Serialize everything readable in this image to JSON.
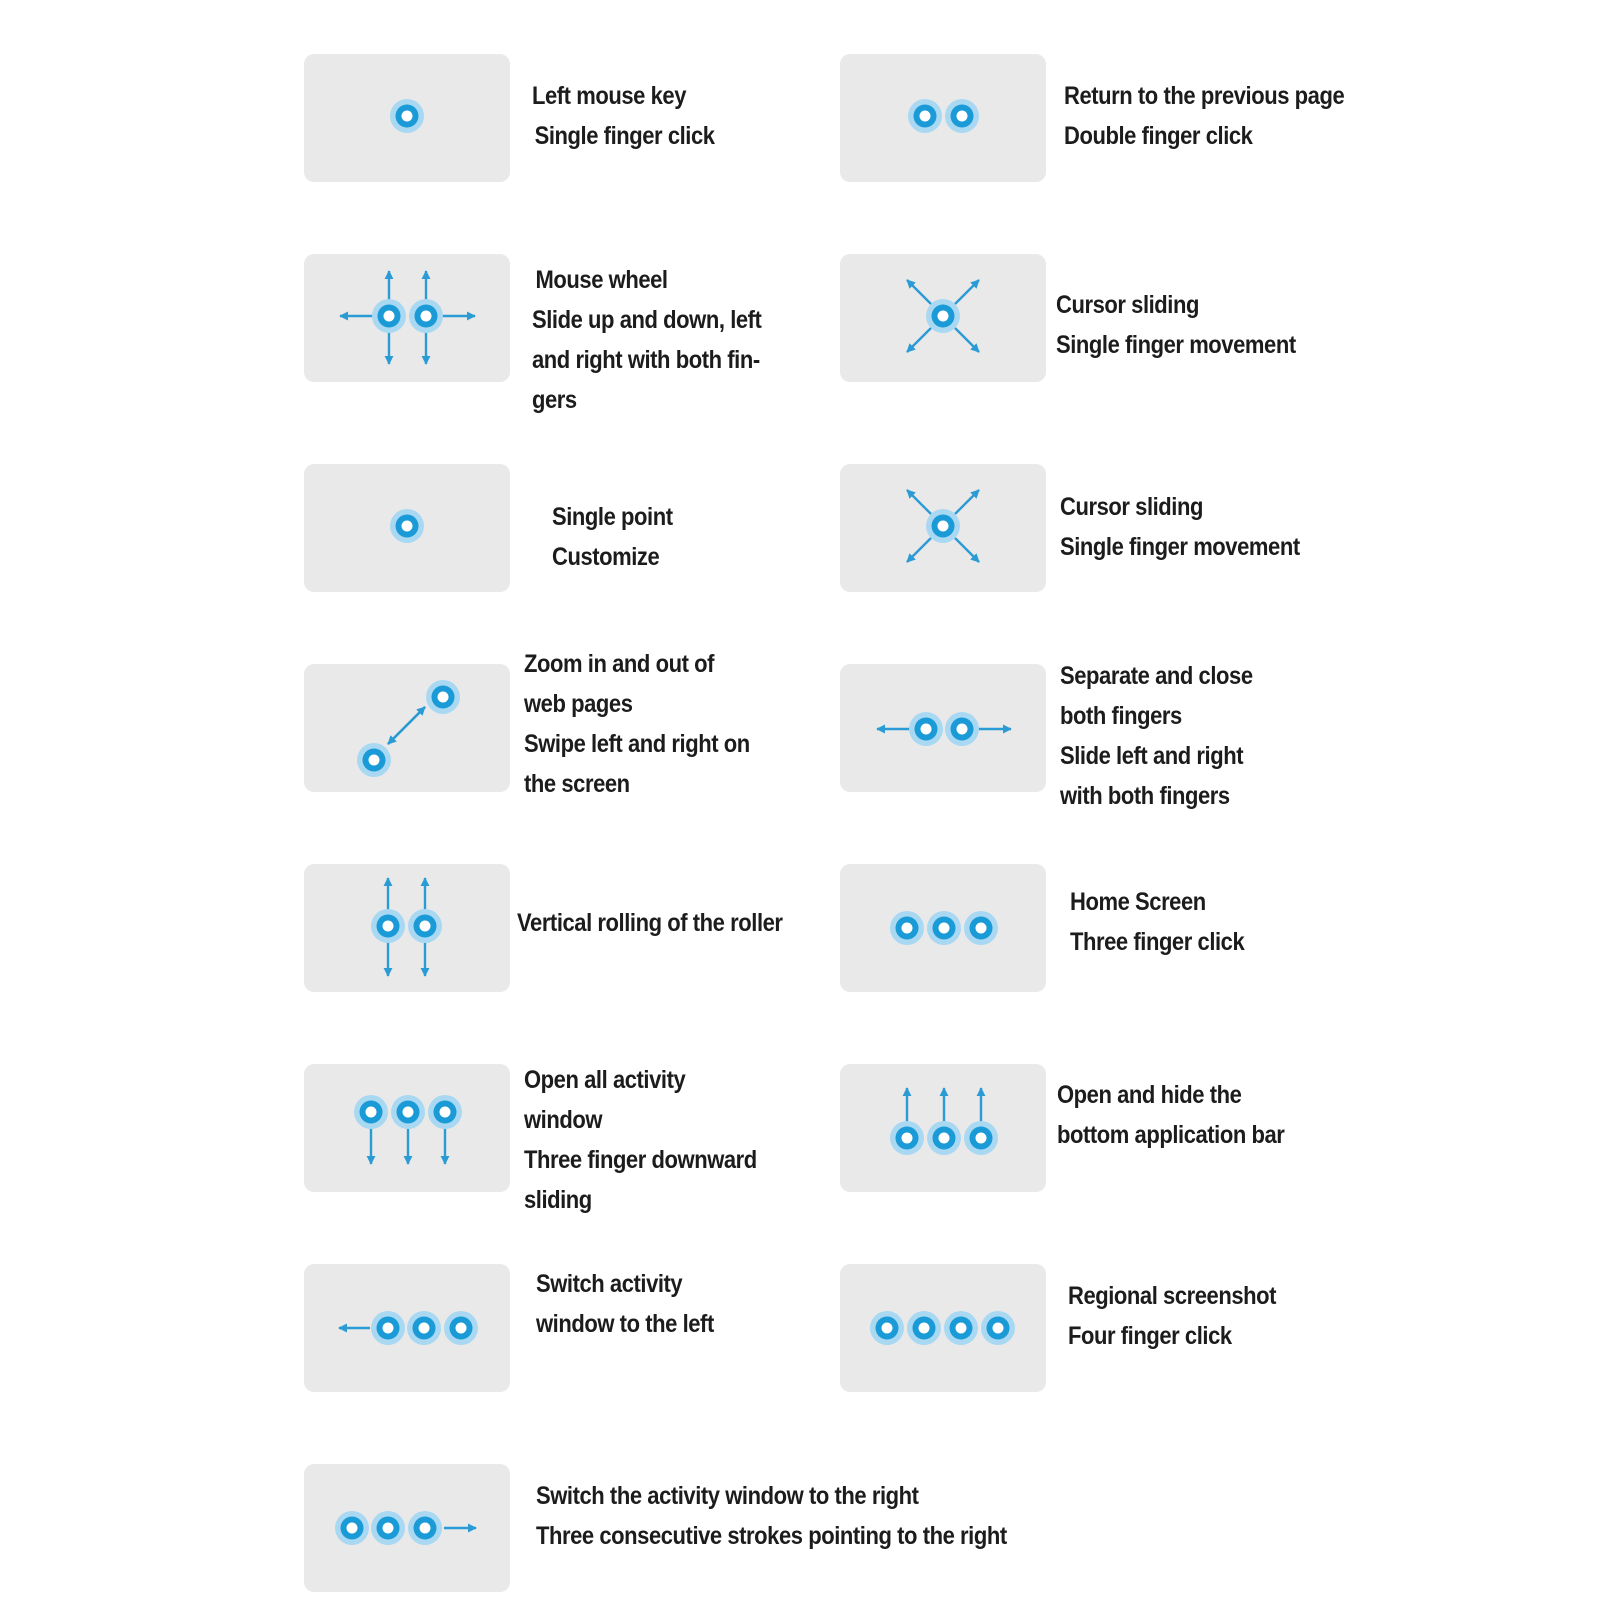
{
  "theme": {
    "tile": "#e9e9e9",
    "finger_ring": "#1a9ad6",
    "finger_glow": "#a9d8f2",
    "arrow": "#2a9bd4",
    "text": "#1c1c1c"
  },
  "gestures": [
    {
      "icon": "single-finger-tap-icon",
      "lines": [
        "Left mouse key",
        "Single finger click"
      ]
    },
    {
      "icon": "two-finger-tap-icon",
      "lines": [
        "Return to the previous page",
        "Double finger click"
      ]
    },
    {
      "icon": "two-finger-scroll-icon",
      "lines": [
        "Mouse wheel",
        "Slide up and down, left",
        "and right with both fin-",
        "gers"
      ]
    },
    {
      "icon": "cursor-move-icon",
      "lines": [
        "Cursor sliding",
        "Single finger movement"
      ]
    },
    {
      "icon": "single-point-icon",
      "lines": [
        "Single point",
        "Customize"
      ]
    },
    {
      "icon": "cursor-move-icon",
      "lines": [
        "Cursor sliding",
        "Single finger movement"
      ]
    },
    {
      "icon": "pinch-zoom-icon",
      "lines": [
        "Zoom in and out of",
        "web pages",
        "Swipe left and right on",
        "the screen"
      ]
    },
    {
      "icon": "two-finger-horizontal-icon",
      "lines": [
        "Separate and close",
        "both fingers",
        "Slide left and right",
        "with both fingers"
      ]
    },
    {
      "icon": "two-finger-vertical-icon",
      "lines": [
        "Vertical rolling of the roller"
      ]
    },
    {
      "icon": "three-finger-tap-icon",
      "lines": [
        "Home Screen",
        "Three finger click"
      ]
    },
    {
      "icon": "three-finger-swipe-down-icon",
      "lines": [
        "Open all activity",
        "window",
        "Three finger downward",
        "sliding"
      ]
    },
    {
      "icon": "three-finger-swipe-up-icon",
      "lines": [
        "Open and hide the",
        "bottom application bar"
      ]
    },
    {
      "icon": "three-finger-swipe-left-icon",
      "lines": [
        "Switch activity",
        "window to the left"
      ]
    },
    {
      "icon": "four-finger-tap-icon",
      "lines": [
        "Regional screenshot",
        "Four finger click"
      ]
    },
    {
      "icon": "three-finger-swipe-right-icon",
      "lines": [
        "Switch the activity window to the right",
        "Three consecutive strokes pointing to the right"
      ]
    }
  ]
}
